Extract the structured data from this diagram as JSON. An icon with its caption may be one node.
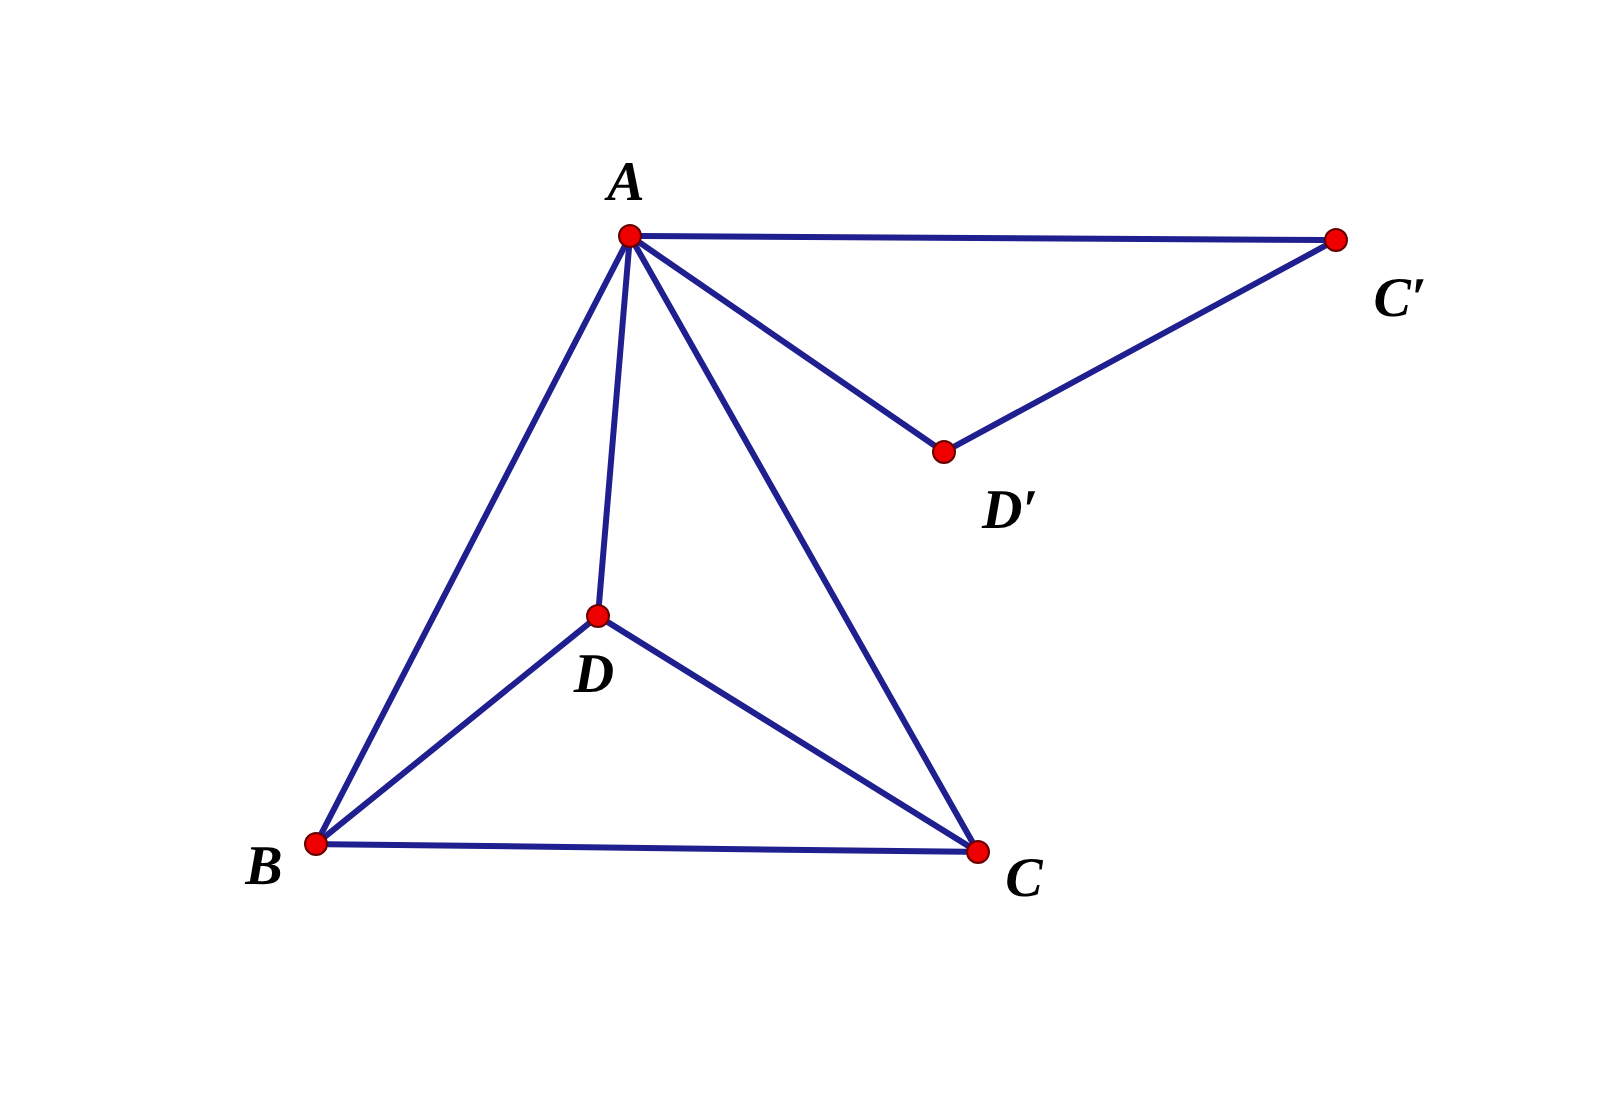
{
  "diagram": {
    "nodes": [
      {
        "text": [],
        "shape": "circle",
        "beside": [
          "A"
        ]
      },
      {
        "text": [],
        "shape": "circle",
        "beside": [
          "C′"
        ]
      },
      {
        "text": [],
        "shape": "circle",
        "beside": [
          "D′"
        ]
      },
      {
        "text": [],
        "shape": "circle",
        "beside": [
          "D"
        ]
      },
      {
        "text": [],
        "shape": "circle",
        "beside": [
          "B"
        ]
      },
      {
        "text": [],
        "shape": "circle",
        "beside": [
          "C"
        ]
      }
    ],
    "edges": [
      {
        "from": 0,
        "to": 1,
        "arrow": "none"
      },
      {
        "from": 0,
        "to": 2,
        "arrow": "none"
      },
      {
        "from": 2,
        "to": 1,
        "arrow": "none"
      },
      {
        "from": 0,
        "to": 4,
        "arrow": "none"
      },
      {
        "from": 0,
        "to": 3,
        "arrow": "none"
      },
      {
        "from": 0,
        "to": 5,
        "arrow": "none"
      },
      {
        "from": 4,
        "to": 3,
        "arrow": "none"
      },
      {
        "from": 3,
        "to": 5,
        "arrow": "none"
      },
      {
        "from": 4,
        "to": 5,
        "arrow": "none"
      }
    ]
  }
}
